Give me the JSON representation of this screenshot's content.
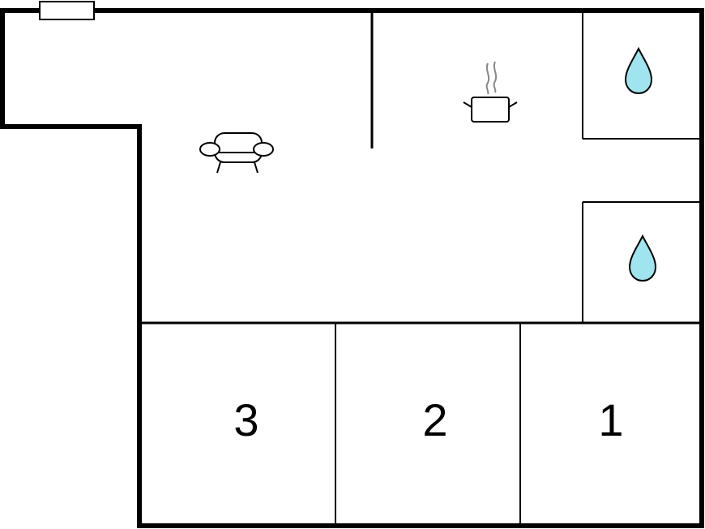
{
  "floorplan": {
    "rooms": [
      {
        "id": "bedroom-3",
        "label": "3"
      },
      {
        "id": "bedroom-2",
        "label": "2"
      },
      {
        "id": "bedroom-1",
        "label": "1"
      }
    ],
    "icons": {
      "living": "sofa-icon",
      "kitchen": "cooking-pot-icon",
      "bathrooms": "water-drop-icon"
    },
    "colors": {
      "wall": "#000000",
      "background": "#ffffff",
      "water_drop": "#9fe4ee",
      "steam": "#888888"
    }
  }
}
